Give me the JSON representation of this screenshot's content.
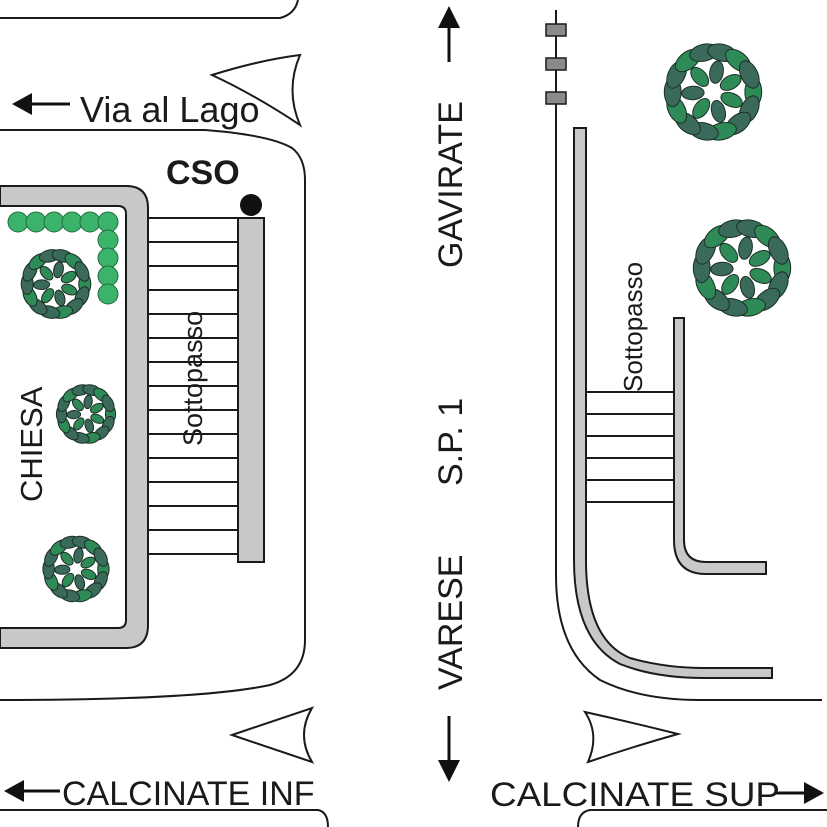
{
  "labels": {
    "via_al_lago": "Via al Lago",
    "cso": "CSO",
    "sottopasso_left": "Sottopasso",
    "sottopasso_right": "Sottopasso",
    "chiesa": "CHIESA",
    "gavirate": "GAVIRATE",
    "sp1": "S.P. 1",
    "varese": "VARESE",
    "calcinate_inf": "CALCINATE INF",
    "calcinate_sup": "CALCINATE SUP"
  },
  "colors": {
    "line": "#1a1a1a",
    "curb_fill": "#c8c8c8",
    "tree_fill": "#3a6b5a",
    "tree_accent": "#2e8b57",
    "hedge_fill": "#3cb36b",
    "marker": "#111111"
  },
  "icons": [
    "arrow-left-icon",
    "arrow-right-icon",
    "arrow-up-icon",
    "arrow-down-icon",
    "tree-icon",
    "hedge-icon",
    "cso-marker-icon",
    "fence-post-icon"
  ]
}
